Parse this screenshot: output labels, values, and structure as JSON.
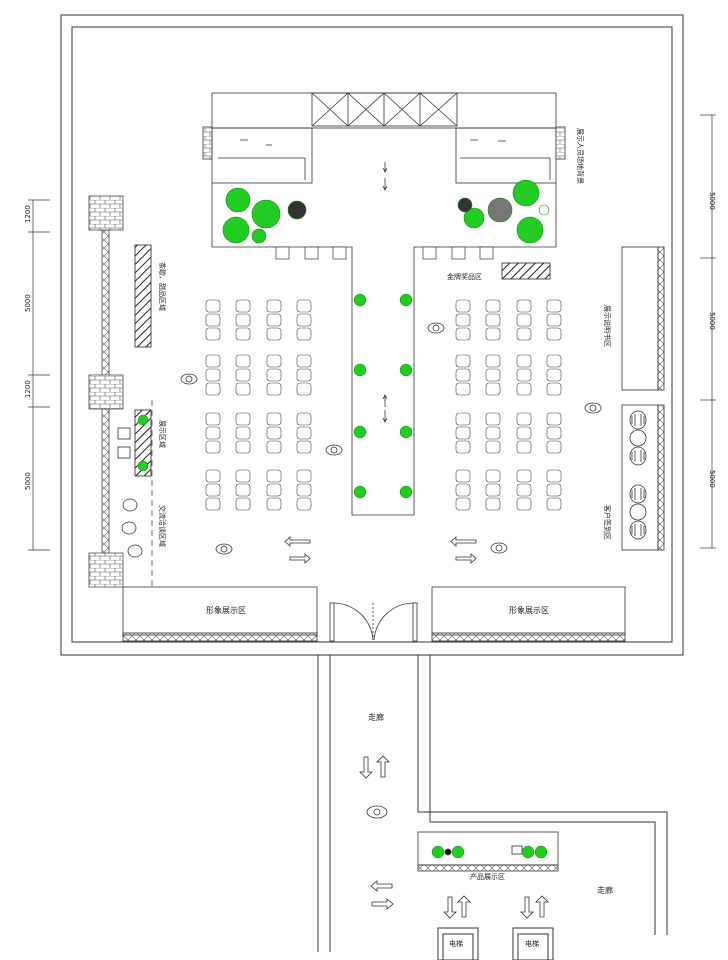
{
  "colors": {
    "line": "#333333",
    "plant": "#22cc22",
    "plant_dark": "#118811",
    "hatch": "#222222"
  },
  "dimensions": {
    "left": [
      "1200",
      "5000",
      "1200",
      "5000"
    ],
    "right": [
      "5000",
      "5000",
      "5000"
    ]
  },
  "labels": {
    "stage_note": "展示人员场地背景",
    "gold_zone": "金牌奖品区",
    "left_tea": "茶歇、甜品区域",
    "left_mid": "展示区域",
    "left_bottom": "交流洽谈区域",
    "right_top": "展示说明书区",
    "right_bottom": "客户签到区",
    "image_left": "形象展示区",
    "image_right": "形象展示区",
    "corridor_main": "走廊",
    "corridor_side": "走廊",
    "product_zone": "产品展示区",
    "elevator_1": "电梯",
    "elevator_2": "电梯"
  },
  "icons": {
    "stage_truss": "truss-icon",
    "plants": "plant-icon",
    "chair": "chair-icon",
    "person": "person-icon",
    "arrow": "arrow-icon",
    "door": "double-door-icon"
  }
}
